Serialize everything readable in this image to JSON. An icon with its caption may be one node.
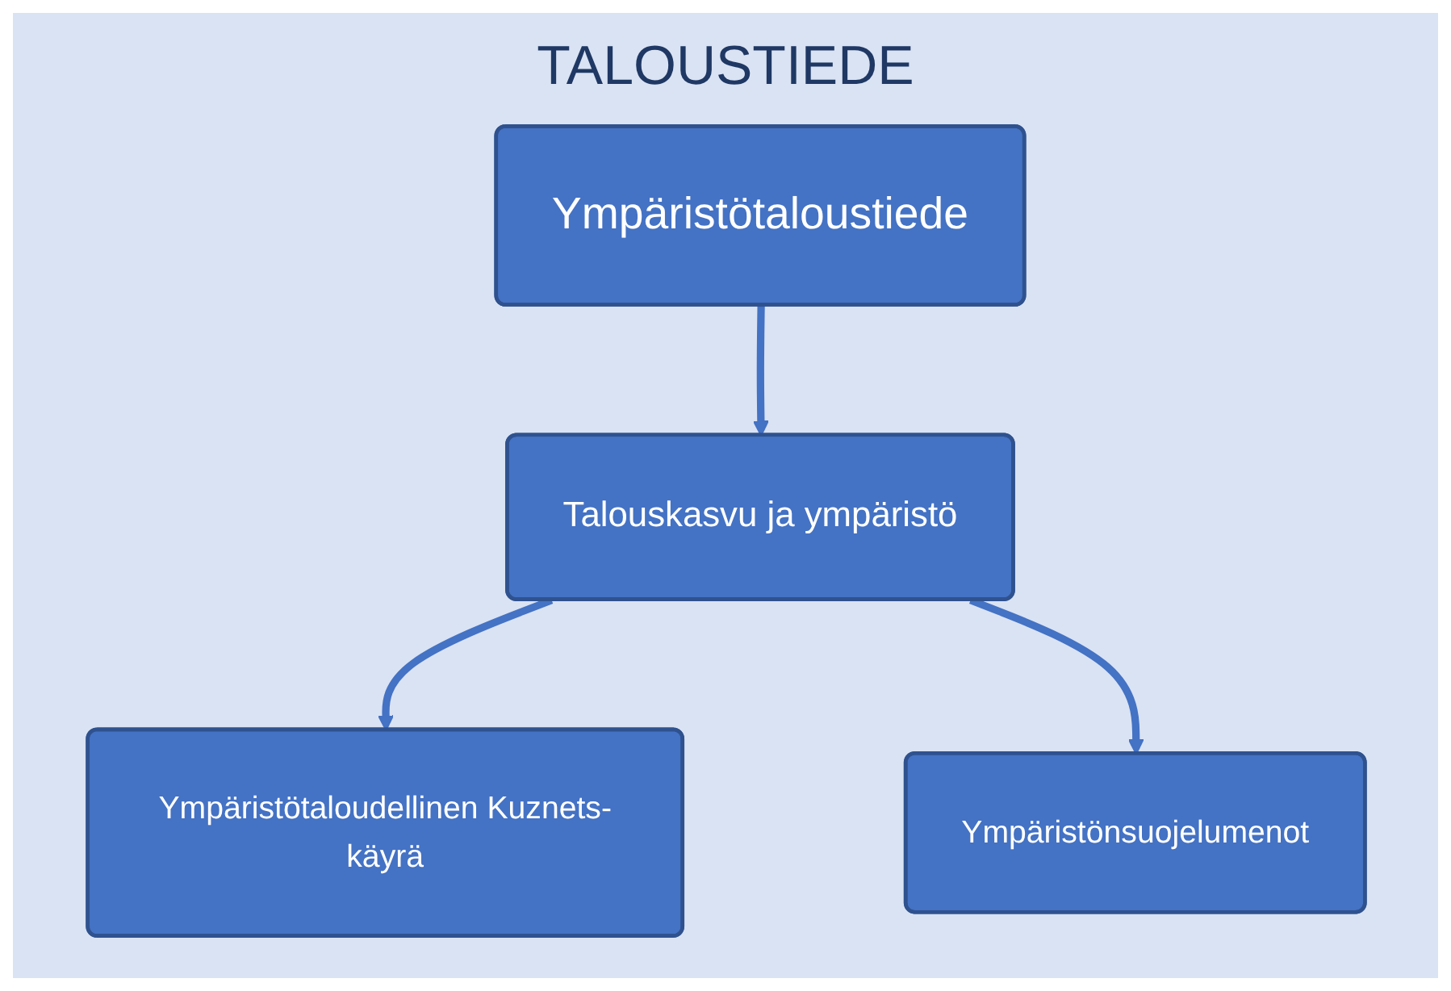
{
  "diagram": {
    "title": "TALOUSTIEDE",
    "nodes": [
      {
        "text": [
          "Ympäristötaloustiede"
        ]
      },
      {
        "text": [
          "Talouskasvu ja ympäristö"
        ]
      },
      {
        "text": [
          "Ympäristötaloudellinen Kuznets-käyrä"
        ]
      },
      {
        "text": [
          "Ympäristönsuojelumenot"
        ]
      }
    ],
    "edges": [
      {
        "from": 0,
        "to": 1,
        "arrow": "to"
      },
      {
        "from": 1,
        "to": 2,
        "arrow": "to"
      },
      {
        "from": 1,
        "to": 3,
        "arrow": "to"
      }
    ]
  }
}
